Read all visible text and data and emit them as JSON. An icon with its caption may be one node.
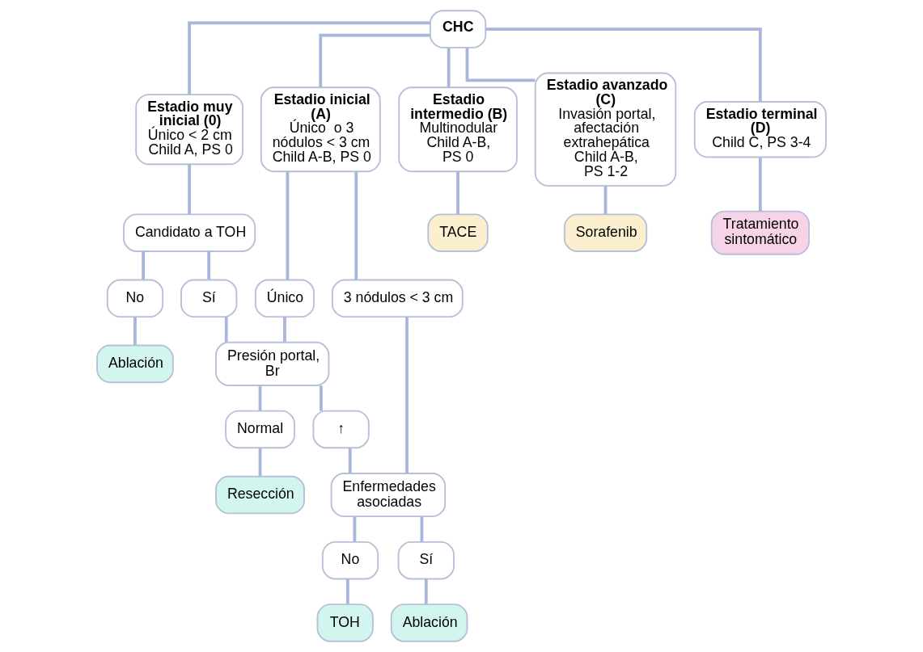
{
  "diagram": {
    "nodes": [
      {
        "text": [
          "CHC"
        ]
      },
      {
        "text": [
          "Estadio muy inicial (0)",
          "Único < 2 cm",
          "Child A, PS 0"
        ]
      },
      {
        "text": [
          "Estadio inicial (A)",
          "Único  o 3 nódulos < 3 cm",
          "Child A-B, PS 0"
        ]
      },
      {
        "text": [
          "Estadio intermedio (B)",
          "Multinodular",
          "Child A-B,",
          "PS 0"
        ]
      },
      {
        "text": [
          "Estadio avanzado (C)",
          "Invasión portal, afectación extrahepática Child A-B,",
          "PS 1-2"
        ]
      },
      {
        "text": [
          "Estadio terminal (D)",
          "Child C, PS 3-4"
        ]
      },
      {
        "text": [
          "Candidato a TOH"
        ]
      },
      {
        "text": [
          "No"
        ]
      },
      {
        "text": [
          "Sí"
        ]
      },
      {
        "text": [
          "Ablación"
        ]
      },
      {
        "text": [
          "Único"
        ]
      },
      {
        "text": [
          "3 nódulos < 3 cm"
        ]
      },
      {
        "text": [
          "TACE"
        ]
      },
      {
        "text": [
          "Presión portal, Br"
        ]
      },
      {
        "text": [
          "Enfermedades asociadas"
        ]
      },
      {
        "text": [
          "Normal"
        ]
      },
      {
        "text": [
          "↑"
        ]
      },
      {
        "text": [
          "Sorafenib"
        ]
      },
      {
        "text": [
          "Tratamiento sintomático"
        ]
      },
      {
        "text": [
          "No"
        ]
      },
      {
        "text": [
          "Sí"
        ]
      },
      {
        "text": [
          "Resección"
        ]
      },
      {
        "text": [
          "TOH"
        ]
      },
      {
        "text": [
          "Ablación"
        ]
      }
    ],
    "edges": [
      {
        "from": 0,
        "to": 1,
        "arrow": "none"
      },
      {
        "from": 0,
        "to": 2,
        "arrow": "none"
      },
      {
        "from": 0,
        "to": 3,
        "arrow": "none"
      },
      {
        "from": 0,
        "to": 4,
        "arrow": "none"
      },
      {
        "from": 0,
        "to": 5,
        "arrow": "none"
      },
      {
        "from": 1,
        "to": 6,
        "arrow": "none"
      },
      {
        "from": 6,
        "to": 7,
        "arrow": "none"
      },
      {
        "from": 6,
        "to": 8,
        "arrow": "none"
      },
      {
        "from": 7,
        "to": 9,
        "arrow": "none"
      },
      {
        "from": 2,
        "to": 10,
        "arrow": "none"
      },
      {
        "from": 2,
        "to": 11,
        "arrow": "none"
      },
      {
        "from": 3,
        "to": 12,
        "arrow": "none"
      },
      {
        "from": 8,
        "to": 13,
        "arrow": "none"
      },
      {
        "from": 10,
        "to": 13,
        "arrow": "none"
      },
      {
        "from": 11,
        "to": 14,
        "arrow": "none"
      },
      {
        "from": 13,
        "to": 15,
        "arrow": "none"
      },
      {
        "from": 13,
        "to": 16,
        "arrow": "none"
      },
      {
        "from": 16,
        "to": 14,
        "arrow": "none"
      },
      {
        "from": 4,
        "to": 17,
        "arrow": "none"
      },
      {
        "from": 5,
        "to": 18,
        "arrow": "none"
      },
      {
        "from": 14,
        "to": 19,
        "arrow": "none"
      },
      {
        "from": 14,
        "to": 20,
        "arrow": "none"
      },
      {
        "from": 15,
        "to": 21,
        "arrow": "none"
      },
      {
        "from": 19,
        "to": 22,
        "arrow": "none"
      },
      {
        "from": 20,
        "to": 23,
        "arrow": "none"
      }
    ]
  }
}
